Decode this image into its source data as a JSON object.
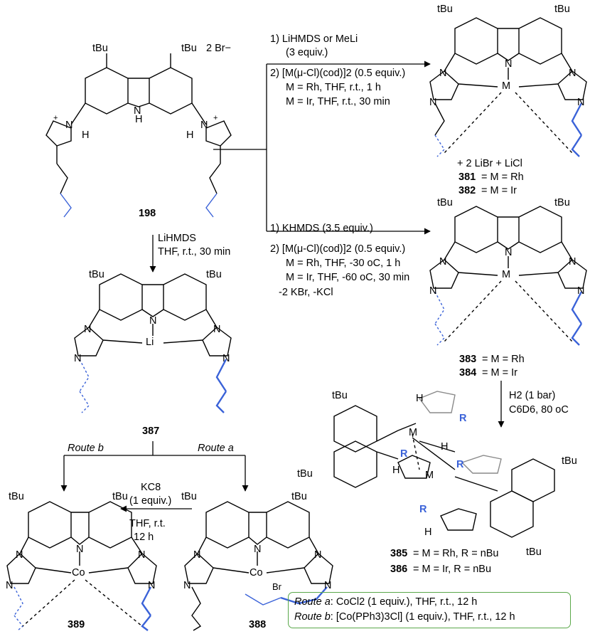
{
  "colors": {
    "accent_blue": "#3a62d8",
    "box_green": "#5aa84a",
    "ligand_grey": "#8a8a8a"
  },
  "compounds": {
    "c198": "198",
    "c381": "381",
    "c382": "382",
    "c383": "383",
    "c384": "384",
    "c385": "385",
    "c386": "386",
    "c387": "387",
    "c388": "388",
    "c389": "389"
  },
  "atoms": {
    "tBu": "tBu",
    "N": "N",
    "H": "H",
    "NH": "H",
    "M": "M",
    "Li": "Li",
    "Co": "Co",
    "Br": "Br",
    "R": "R",
    "br_salt": "2 Br−",
    "plus": "+"
  },
  "top_step": {
    "l1": "1) LiHMDS or MeLi",
    "l2": "(3 equiv.)",
    "l3": "2) [M(μ-Cl)(cod)]2 (0.5 equiv.)",
    "l4": "M = Rh, THF, r.t., 1 h",
    "l5": "M = Ir, THF, r.t., 30 min"
  },
  "top_product": {
    "byproduct": "+ 2 LiBr + LiCl",
    "l381": "= M = Rh",
    "l382": "= M = Ir"
  },
  "mid_step": {
    "l1": "1) KHMDS (3.5 equiv.)",
    "l2": "2) [M(μ-Cl)(cod)]2 (0.5 equiv.)",
    "l3": "M = Rh, THF, -30 oC, 1 h",
    "l4": "M = Ir, THF, -60 oC, 30 min",
    "l5": "-2 KBr, -KCl"
  },
  "mid_product": {
    "l383": "= M = Rh",
    "l384": "= M = Ir"
  },
  "h2_step": {
    "l1": "H2 (1 bar)",
    "l2": "C6D6, 80 oC"
  },
  "dimer": {
    "l385": "= M = Rh, R = nBu",
    "l386": "= M = Ir, R = nBu"
  },
  "li_step": {
    "l1": "LiHMDS",
    "l2": "THF, r.t., 30 min"
  },
  "routes": {
    "route_b": "Route b",
    "route_a": "Route a"
  },
  "kc8_step": {
    "l1": "KC8",
    "l2": "(1 equiv.)",
    "l3": "THF, r.t.",
    "l4": "12 h"
  },
  "legend": {
    "route_a_label": "Route a",
    "route_a_text": ": CoCl2 (1 equiv.), THF, r.t., 12 h",
    "route_b_label": "Route b",
    "route_b_text": ": [Co(PPh3)3Cl] (1 equiv.), THF, r.t., 12 h"
  }
}
